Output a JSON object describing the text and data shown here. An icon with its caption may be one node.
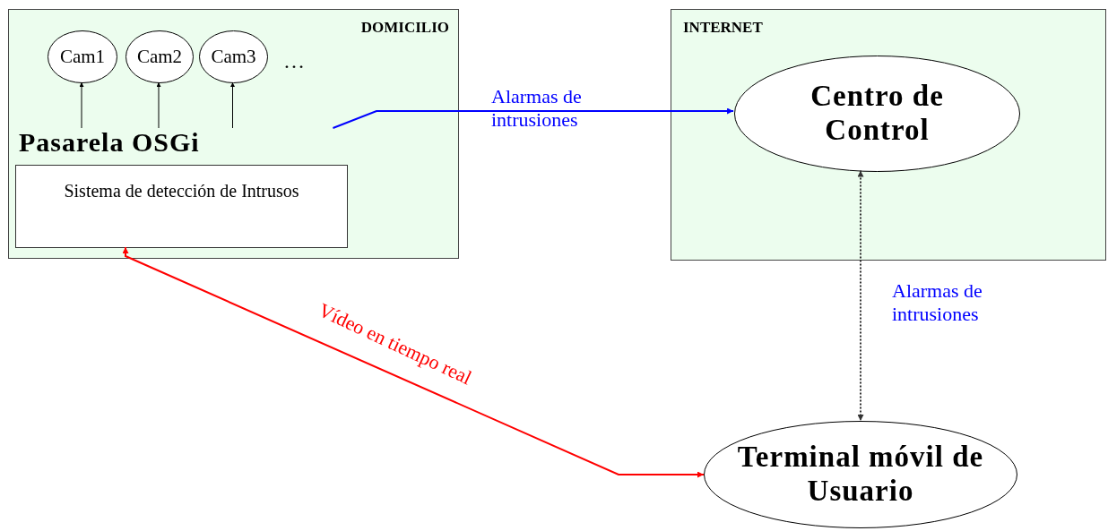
{
  "diagram": {
    "nodes": [
      {
        "text": [
          "DOMICILIO"
        ]
      },
      {
        "text": [
          "Cam1"
        ],
        "in": 0
      },
      {
        "text": [
          "Cam2"
        ],
        "in": 0
      },
      {
        "text": [
          "Cam3"
        ],
        "in": 0
      },
      {
        "text": [
          "Pasarela OSGi",
          "Sistema de detección de Intrusos"
        ],
        "in": 0
      },
      {
        "text": [
          "INTERNET"
        ]
      },
      {
        "text": [
          "Centro de Control"
        ],
        "in": 5
      },
      {
        "text": [
          "Terminal móvil de Usuario"
        ]
      }
    ],
    "edges": [
      {
        "from": 4,
        "to": 1,
        "arrow": "to"
      },
      {
        "from": 4,
        "to": 2,
        "arrow": "to"
      },
      {
        "from": 4,
        "to": 3,
        "arrow": "to"
      },
      {
        "from": 4,
        "to": 6,
        "arrow": "to",
        "label": "Alarmas de intrusiones",
        "color": "#0000ff"
      },
      {
        "from": 6,
        "to": 7,
        "arrow": "both",
        "label": "Alarmas de intrusiones",
        "style": "dashed",
        "color": "#333333"
      },
      {
        "from": 4,
        "to": 7,
        "arrow": "both",
        "label": "Vídeo en tiempo real",
        "color": "#ff0000"
      }
    ],
    "labels": [
      "…"
    ]
  }
}
